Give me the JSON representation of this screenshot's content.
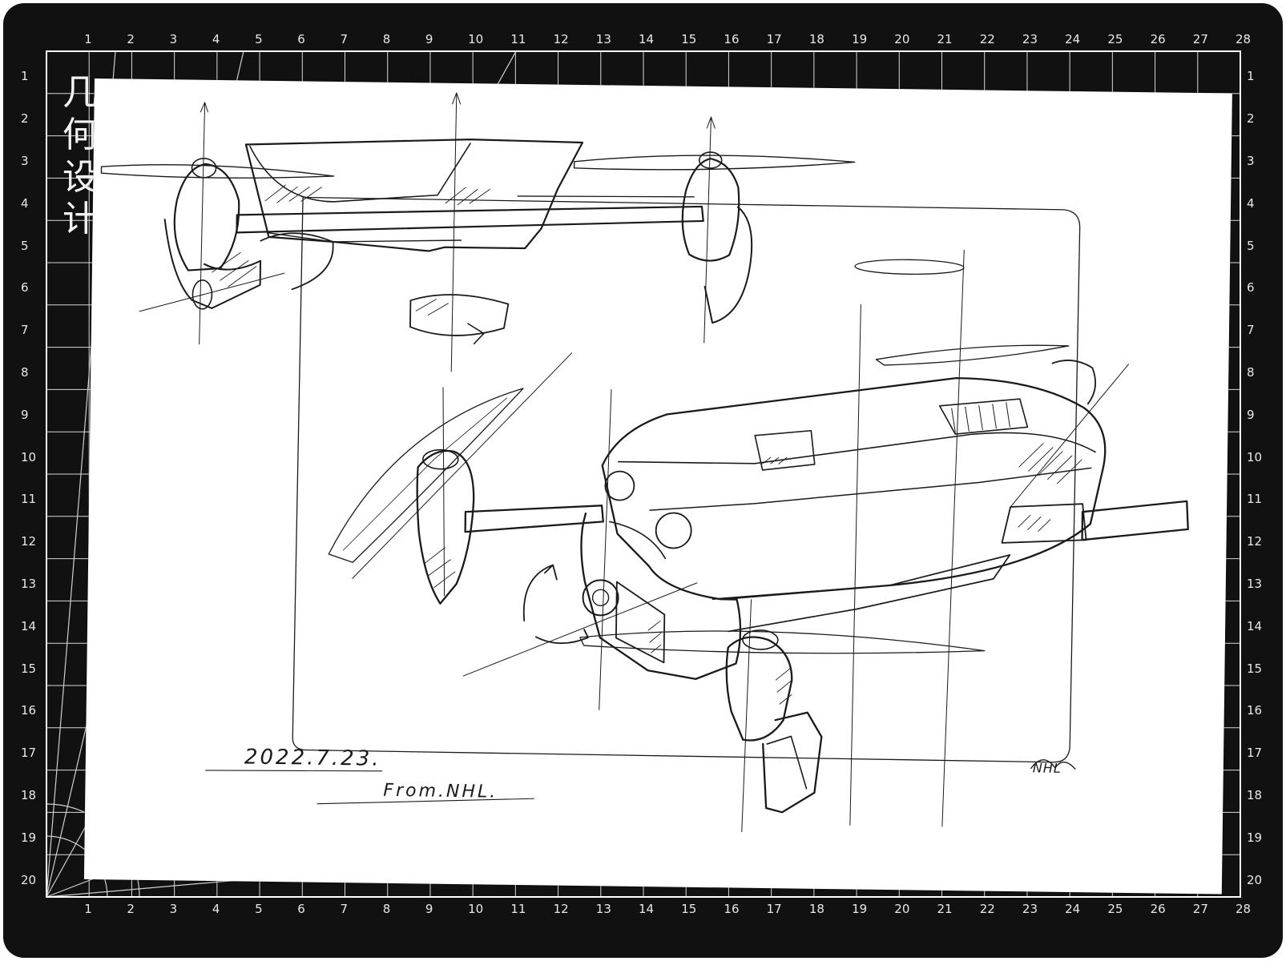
{
  "image": {
    "description_visible": "Ink sketch of a drone on white paper over a black gridded cutting mat"
  },
  "mat": {
    "brand_chars": [
      "几",
      "何",
      "设",
      "计"
    ],
    "top_ruler": [
      "1",
      "2",
      "3",
      "4",
      "5",
      "6",
      "7",
      "8",
      "9",
      "10",
      "11",
      "12",
      "13",
      "14",
      "15",
      "16",
      "17",
      "18",
      "19",
      "20",
      "21",
      "22",
      "23",
      "24",
      "25",
      "26",
      "27",
      "28"
    ],
    "side_ruler": [
      "1",
      "2",
      "3",
      "4",
      "5",
      "6",
      "7",
      "8",
      "9",
      "10",
      "11",
      "12",
      "13",
      "14",
      "15",
      "16",
      "17",
      "18",
      "19",
      "20"
    ],
    "colors": {
      "mat": "#111111",
      "grid": "#d8d8d8",
      "ink": "#1a1a1a",
      "paper": "#ffffff"
    }
  },
  "sketch": {
    "date": "2022.7.23.",
    "credit": "From.NHL.",
    "signature": "NHL"
  }
}
